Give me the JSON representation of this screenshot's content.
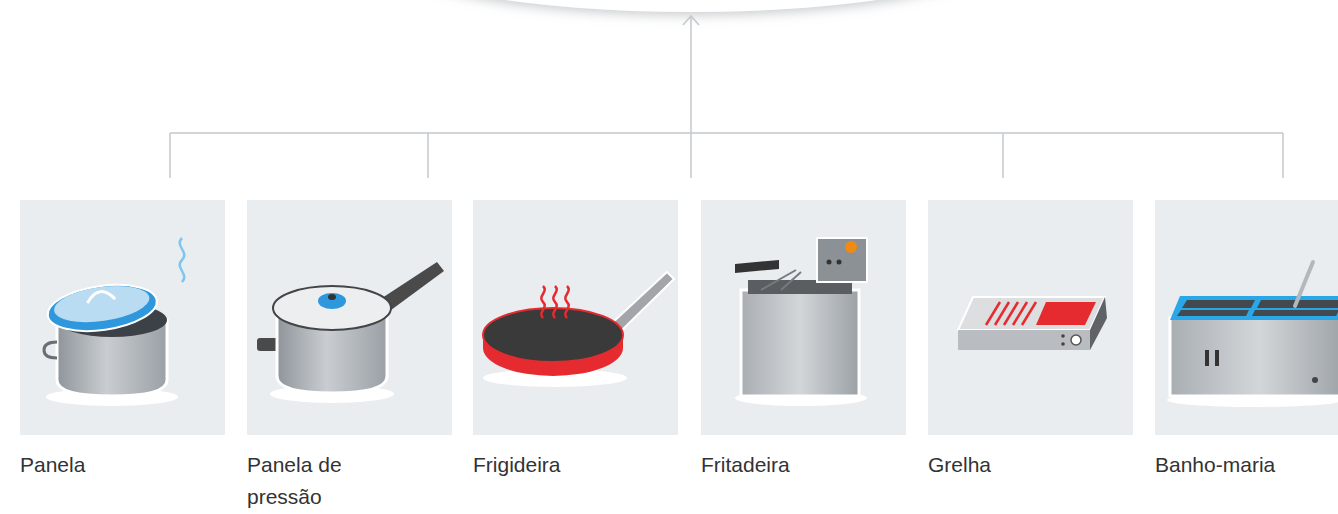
{
  "diagram": {
    "nodes": [
      {
        "text": [
          "Panela"
        ]
      },
      {
        "text": [
          "Panela de pressão"
        ]
      },
      {
        "text": [
          "Frigideira"
        ]
      },
      {
        "text": [
          "Fritadeira"
        ]
      },
      {
        "text": [
          "Grelha"
        ]
      },
      {
        "text": [
          "Banho-maria"
        ]
      }
    ]
  }
}
